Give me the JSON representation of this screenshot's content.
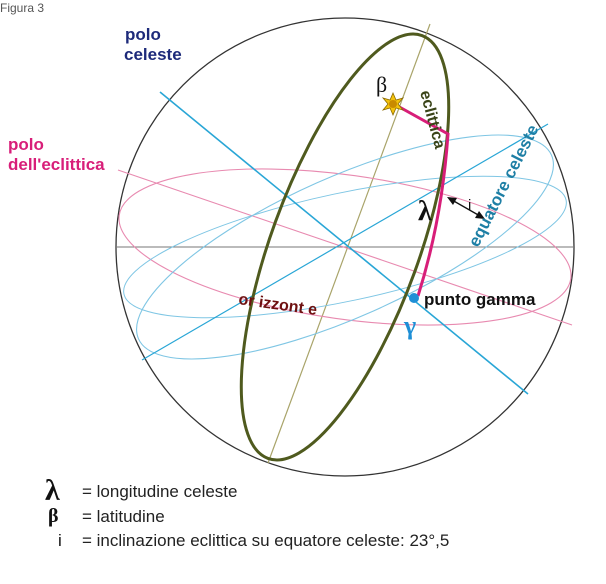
{
  "fig_label": "Figura 3",
  "labels": {
    "polo_celeste": [
      "polo",
      "celeste"
    ],
    "polo_eclittica": [
      "polo",
      "dell'eclittica"
    ],
    "eclittica": "eclittica",
    "equatore_celeste": "equatore celeste",
    "orizzonte": "or izzont e",
    "punto_gamma": "punto gamma",
    "beta": "β",
    "lambda": "λ",
    "gamma": "γ",
    "i": "i"
  },
  "legend": [
    {
      "symbol": "λ",
      "text": "=  longitudine celeste"
    },
    {
      "symbol": "β",
      "text": "=  latitudine"
    },
    {
      "symbol": "i",
      "text": "=  inclinazione eclittica su equatore celeste:  23°,5"
    }
  ],
  "colors": {
    "sphere": "#333333",
    "ecliptic": "#4f5a1e",
    "equator": "#1e8fb5",
    "axis": "#29a6d6",
    "pink": "#d81e79",
    "magenta_line": "#e35a9a",
    "navy": "#1d2a7a",
    "horizon": "#8a1414",
    "thin_pink": "#e88ab0",
    "thin_blue": "#7fc6e4",
    "thin_olive": "#a9a46a"
  },
  "icons": {
    "star": "star-icon",
    "gamma_point": "dot-icon"
  }
}
